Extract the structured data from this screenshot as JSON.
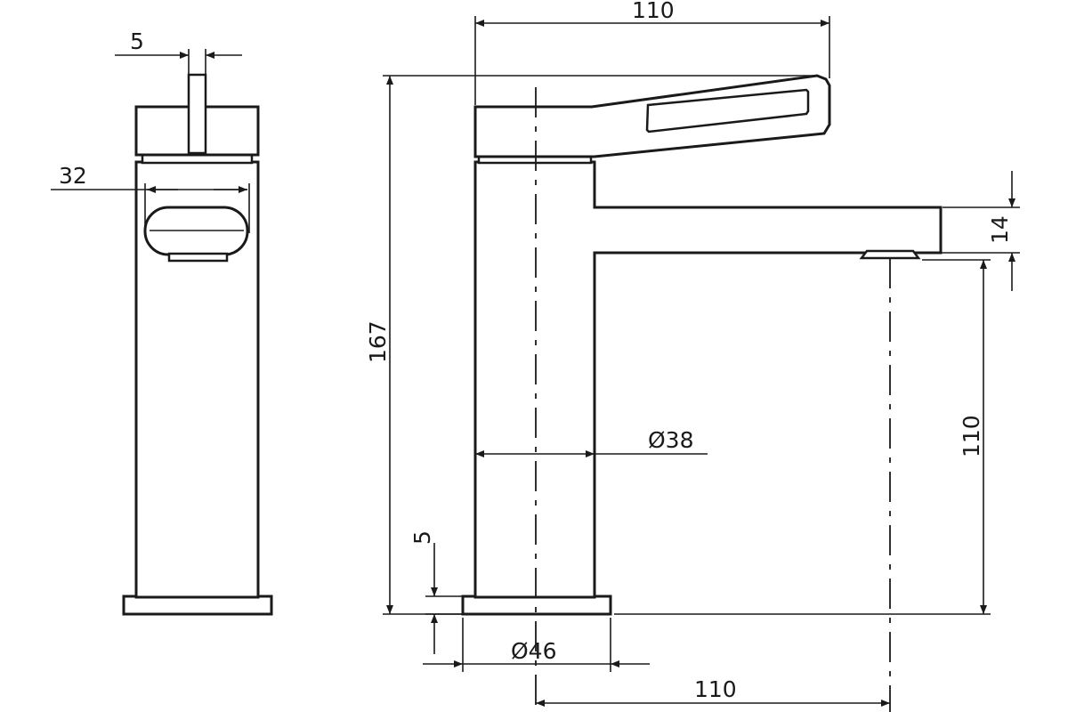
{
  "dimensions": {
    "side_handle_width": "5",
    "side_aerator_width": "32",
    "top_width": "110",
    "total_height": "167",
    "spout_thickness": "14",
    "spout_clearance": "110",
    "body_diameter": "Ø38",
    "base_thickness": "5",
    "base_diameter": "Ø46",
    "spout_reach": "110"
  },
  "colors": {
    "line": "#1a1a1a",
    "background": "#ffffff"
  }
}
